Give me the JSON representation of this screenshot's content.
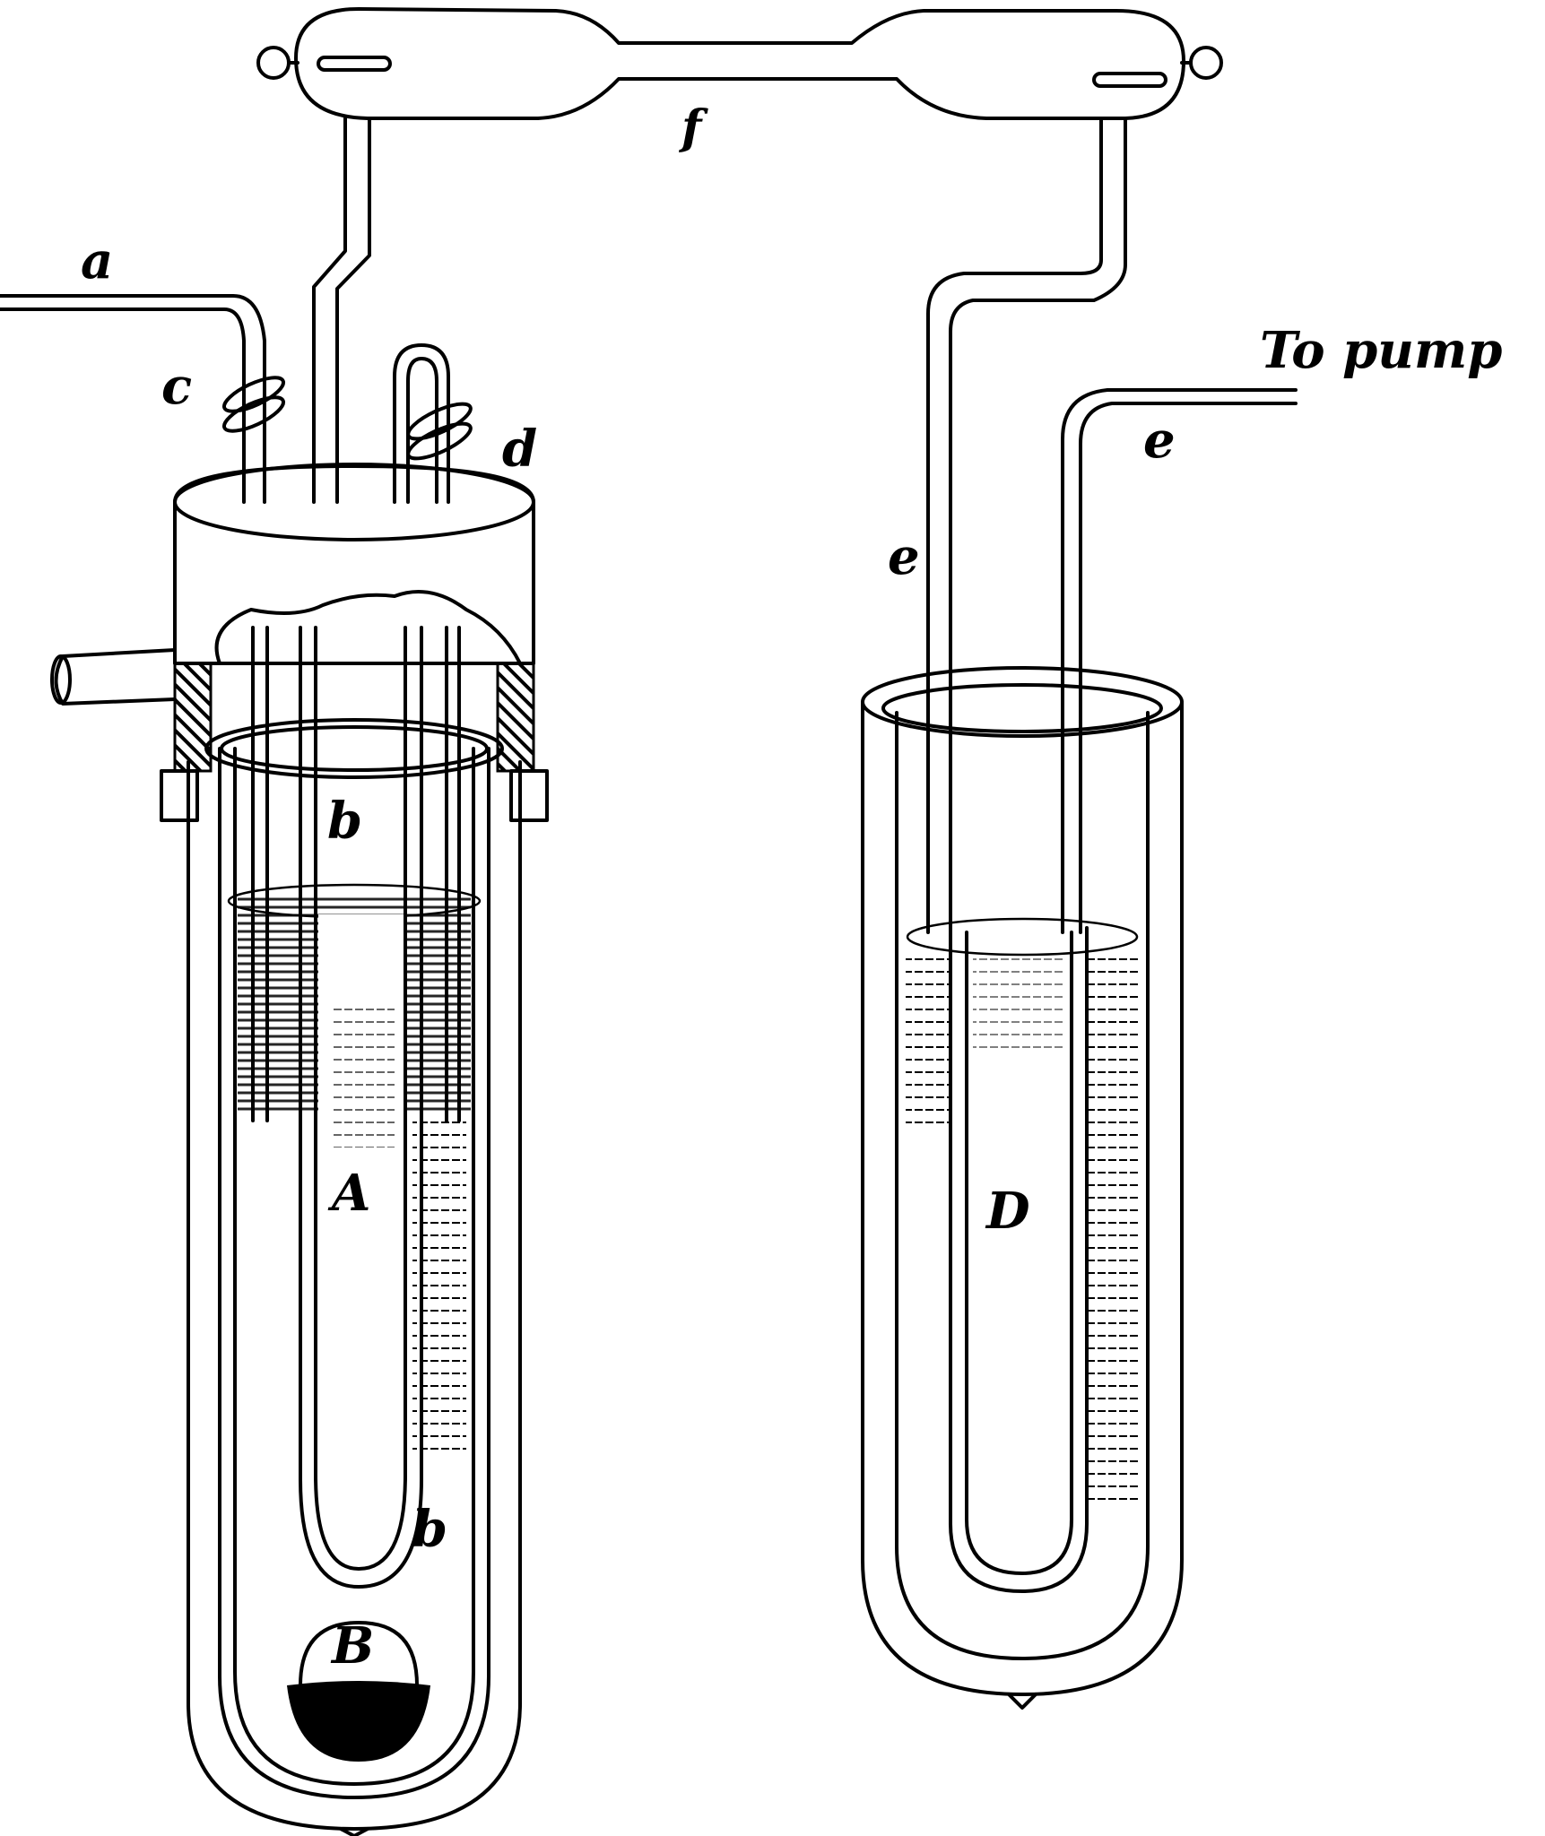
{
  "diagram": {
    "labels": {
      "a": "a",
      "b_upper": "b",
      "b_lower": "b",
      "c": "c",
      "d": "d",
      "e_left": "e",
      "e_right": "e",
      "f": "f",
      "A": "A",
      "B": "B",
      "D": "D",
      "to_pump": "To pump"
    },
    "colors": {
      "line": "#000000",
      "background": "#ffffff"
    }
  }
}
